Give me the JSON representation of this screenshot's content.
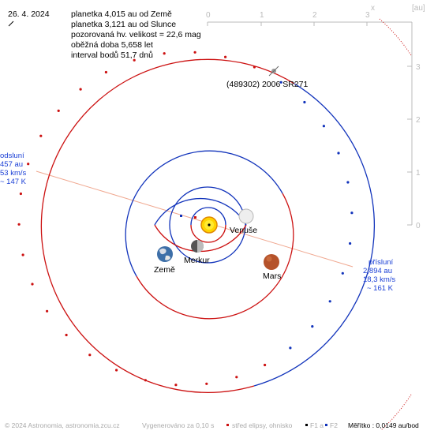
{
  "header": {
    "date": "26. 4. 2024",
    "info_lines": [
      "planetka 4,015 au od Země",
      "planetka 3,121 au od Slunce",
      "pozorovaná hv. velikost = 22,6 mag",
      "oběžná doba 5,658 let",
      "interval bodů 51,7 dnů"
    ]
  },
  "axes": {
    "x_ticks": [
      "0",
      "1",
      "2",
      "3"
    ],
    "y_ticks": [
      "3",
      "2",
      "1",
      "0"
    ],
    "x_label": "x",
    "unit_label": "[au]"
  },
  "labels": {
    "asteroid": "(489302) 2006 SR271",
    "venus": "Venuše",
    "mercury": "Merkur",
    "earth": "Země",
    "mars": "Mars"
  },
  "aphelion": {
    "lines": [
      "odsluní",
      "457 au",
      "53 km/s",
      "~ 147 K"
    ]
  },
  "perihelion": {
    "lines": [
      "přísluní",
      "2,894 au",
      "18,3 km/s",
      "~ 161 K"
    ]
  },
  "footer": {
    "copyright": "© 2024 Astronomia, astronomia.zcu.cz",
    "generated": "Vygenerováno za 0,10 s",
    "legend_center": "střed elipsy, ohnisko",
    "legend_f1": "F1 a",
    "legend_f2": "F2",
    "scale": "Měřítko : 0,0149 au/bod"
  },
  "colors": {
    "orbit_above": "#cc1111",
    "orbit_below": "#1133bb",
    "apsis_line": "#f0a890",
    "axis_gray": "#bbbbbb",
    "aphelion_label": "#1a3fd6",
    "sun": "#ffd400"
  }
}
